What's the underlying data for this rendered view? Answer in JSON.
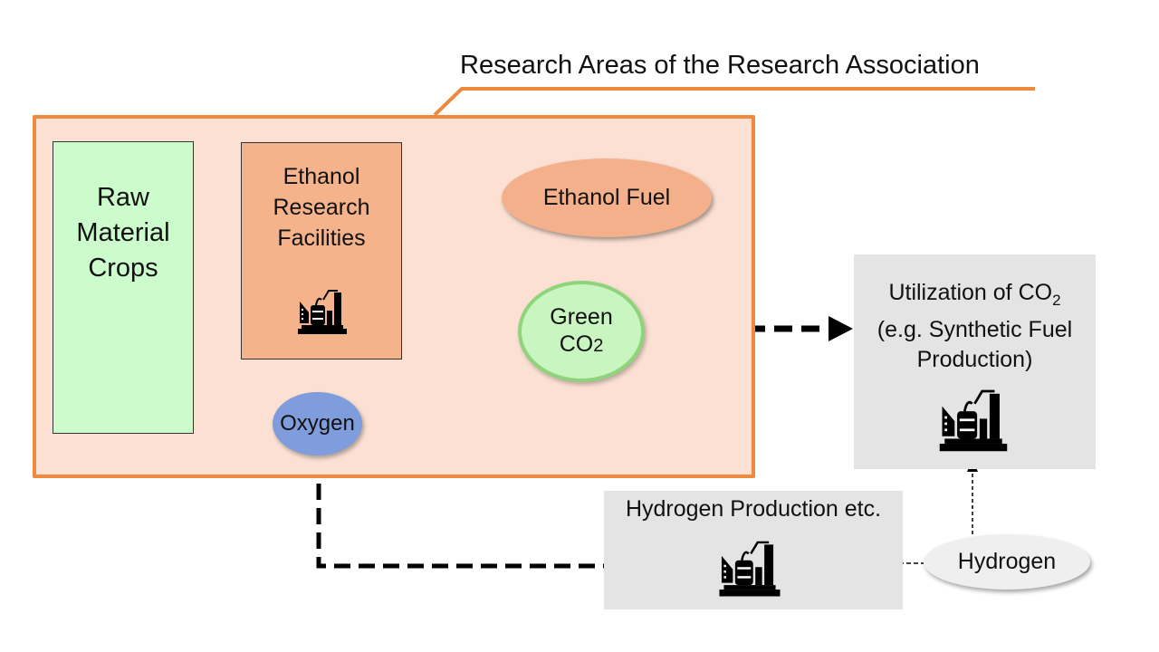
{
  "title": "Research Areas of the Research Association",
  "raw_crops": {
    "line1": "Raw",
    "line2": "Material",
    "line3": "Crops"
  },
  "ethanol_facilities": {
    "line1": "Ethanol",
    "line2": "Research",
    "line3": "Facilities"
  },
  "ethanol_fuel": "Ethanol Fuel",
  "green_co2": {
    "line1": "Green",
    "line2_prefix": "CO",
    "line2_sub": "2"
  },
  "oxygen": "Oxygen",
  "utilization": {
    "line1_prefix": "Utilization of CO",
    "line1_sub": "2",
    "line2": "(e.g. Synthetic Fuel",
    "line3": "Production)"
  },
  "hydrogen_production": "Hydrogen Production etc.",
  "hydrogen": "Hydrogen",
  "icons": [
    "factory-icon",
    "factory-icon",
    "factory-icon"
  ],
  "colors": {
    "region_fill": "#fbe0d3",
    "region_border": "#ee8a3f",
    "raw_fill": "#ccfccc",
    "ethanol_fill": "#f5b38c",
    "green_fill": "#c8f5c0",
    "green_border": "#8fd47a",
    "oxygen_fill": "#7f9ddc",
    "grey_fill": "#e4e4e4"
  }
}
